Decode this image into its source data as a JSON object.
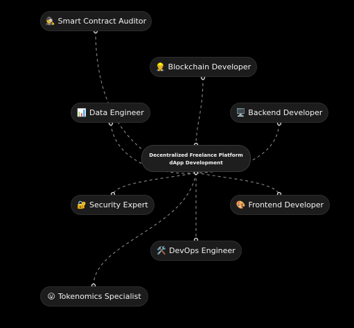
{
  "center": {
    "label": "Decentralized Freelance Platform dApp Development"
  },
  "roles": {
    "auditor": {
      "icon": "🕵️",
      "label": "Smart Contract Auditor"
    },
    "blockdev": {
      "icon": "👷",
      "label": "Blockchain Developer"
    },
    "dataeng": {
      "icon": "📊",
      "label": "Data Engineer"
    },
    "backend": {
      "icon": "🖥️",
      "label": "Backend Developer"
    },
    "security": {
      "icon": "🔐",
      "label": "Security Expert"
    },
    "frontend": {
      "icon": "🎨",
      "label": "Frontend Developer"
    },
    "devops": {
      "icon": "🛠️",
      "label": "DevOps Engineer"
    },
    "tokenom": {
      "icon": "😛",
      "label": "Tokenomics Specialist"
    }
  },
  "colors": {
    "background": "#000000",
    "node_fill": "#1c1c1c",
    "edge": "#8a8a8a",
    "text": "#f2f2f2"
  }
}
